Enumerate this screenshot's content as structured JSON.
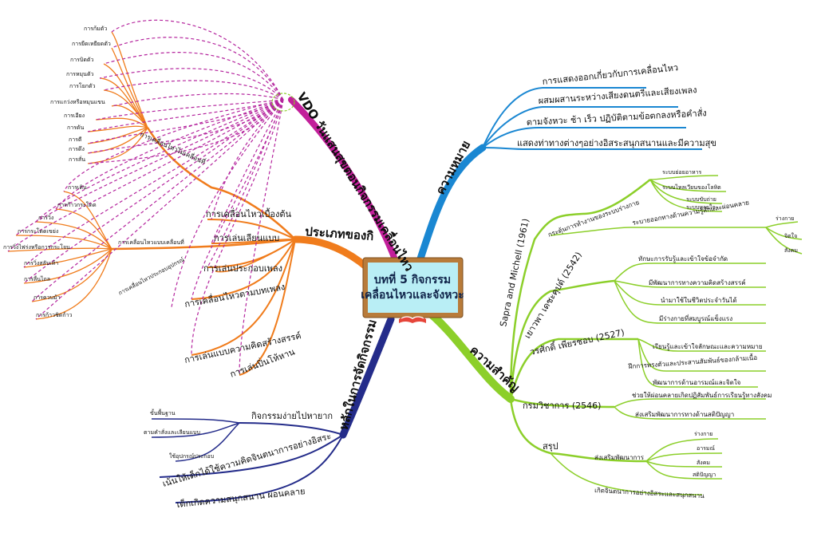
{
  "center": {
    "line1": "บทที่ 5 กิจกรรม",
    "line2": "เคลื่อนไหวและจังหวะ"
  },
  "branches": {
    "meaning": {
      "label": "ความหมาย",
      "color": "#1a87d2",
      "items": [
        "การแสดงออกเกี่ยวกับการเคลื่อนไหว",
        "ผสมผสานระหว่างเสียงดนตรีและเสียงเพลง",
        "ตามจังหวะ ช้า เร็ว ปฏิบัติตามข้อตกลงหรือคำสั่ง",
        "แสดงท่าทางต่างๆอย่างอิสระสนุกสนานและมีความสุข"
      ]
    },
    "importance": {
      "label": "ความสำคัญ",
      "color": "#8ccf2a",
      "sapra": {
        "label": "Sapra and Michell (1961)",
        "sub1": "กระตุ้นการทำงานของระบบร่างกาย",
        "sub1_items": [
          "ระบบย่อยอาหาร",
          "ระบบไหลเวียนของโลหิต",
          "ระบบขับถ่าย",
          "ระบบหายใจ"
        ],
        "sub2": "ระบายออกทางด้านความรู้สึกและผ่อนคลาย",
        "sub2_items": [
          "ร่างกาย",
          "จิตใจ",
          "สังคม"
        ]
      },
      "chaowapha": {
        "label": "เยาวพา เดชะคุปต์ (2542)",
        "items": [
          "ทักษะการรับรู้และเข้าใจข้อจำกัด",
          "มีพัฒนาการทางความคิดสร้างสรรค์",
          "นำมาใช้ในชีวิตประจำวันได้",
          "มีร่างกายที่สมบูรณ์แข็งแรง"
        ]
      },
      "worasak": {
        "label": "วรศักดิ์ เพียรชอบ (2527)",
        "items": [
          "เรียนรู้และเข้าใจลักษณะและความหมาย",
          "ฝึกการทรงตัวและประสานสัมพันธ์ของกล้ามเนื้อ",
          "พัฒนาการด้านอารมณ์และจิตใจ"
        ]
      },
      "academic": {
        "label": "กรมวิชาการ (2546)",
        "items": [
          "ช่วยให้ผ่อนคลายเกิดปฏิสัมพันธ์การเรียนรู้ทางสังคม",
          "ส่งเสริมพัฒนาการทางด้านสติปัญญา"
        ]
      },
      "summary": {
        "label": "สรุป",
        "sub1": "ส่งเสริมพัฒนาการ",
        "sub1_items": [
          "ร่างกาย",
          "อารมณ์",
          "สังคม",
          "สติปัญญา"
        ],
        "sub2": "เกิดจินตนาการอย่างอิสระและสนุกสนาน"
      }
    },
    "principles": {
      "label": "หลักในการจัดกิจกรรม",
      "color": "#242c8a",
      "sub1": "กิจกรรมง่ายไปหายาก",
      "sub1_items": [
        "ขั้นพื้นฐาน",
        "ตามคำสั่งและเลียนแบบ",
        "ใช้อุปกรณ์ประกอบ"
      ],
      "items": [
        "เน้นให้เด็กได้ใช้ความคิดจินตนาการอย่างอิสระ",
        "เด็กเกิดความสนุกสนาน ผ่อนคลาย"
      ]
    },
    "types": {
      "label": "ประเภทของกิ",
      "color": "#f07c1c",
      "basic": "การเคลื่อนไหวเบื้องต้น",
      "others": [
        "การเล่นเลียนแบบ",
        "การเล่นประกอบเพลง",
        "การเคลื่อนไหวตามบทเพลง",
        "การเล่นแบบความคิดสร้างสรรค์",
        "การเล่นปิ่นโห้หาน"
      ],
      "still": {
        "label": "การเคลื่อนไหวไม่เคลื่อนที่",
        "items": [
          "การก้มตัว",
          "การยืดเหยียดตัว",
          "การบิดตัว",
          "การหมุนตัว",
          "การโยกตัว",
          "การแกว่งหรือหมุนแขน",
          "การเอียง",
          "การดัน",
          "การตี",
          "การดึง",
          "การสั่น"
        ]
      },
      "moving": {
        "label": "การเคลื่อนไหวแบบเคลื่อนที่",
        "items": [
          "การเดิน",
          "การก้าวกระโดด",
          "การวิ่ง",
          "การกระโดดเขย่ง",
          "การวิ่งไฟร่งหรือการกระโจน",
          "การวิ่งสลับเท้า",
          "การลื่นไถล",
          "การควบม้า",
          "การก้าวชิดก้าว"
        ]
      },
      "props": "การเคลื่อนไหวประกอบอุปกรณ์"
    },
    "vdo": {
      "label": "VDO วันแสนสุขตอนกิจกรรมเคลื่อนไหว",
      "color": "#c21f9a"
    }
  },
  "colors": {
    "orange": "#f07c1c",
    "blue": "#1a87d2",
    "green": "#8ccf2a",
    "navy": "#242c8a",
    "magenta": "#c21f9a",
    "board": "#b9eef5",
    "frame": "#b87b3a"
  }
}
